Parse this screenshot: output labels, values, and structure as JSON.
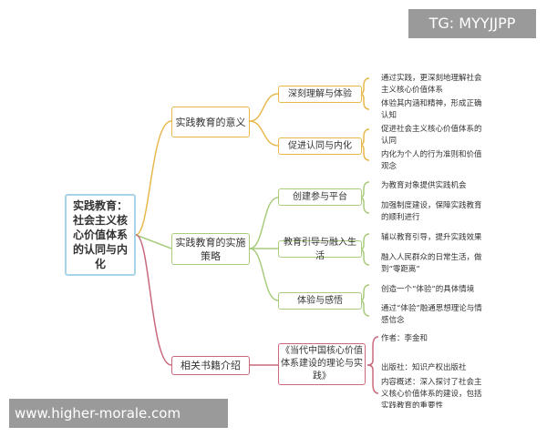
{
  "root": "实践教育：社会主义核心价值体系的认同与内化",
  "colors": {
    "root": "#a9d3e6",
    "meaning": "#e7b84c",
    "strategy": "#a9cc7d",
    "books": "#c9697b"
  },
  "branches": [
    {
      "label": "实践教育的意义",
      "children": [
        {
          "label": "深刻理解与体验",
          "leaves": [
            "通过实践，更深刻地理解社会主义核心价值体系",
            "体验其内涵和精神，形成正确认知"
          ]
        },
        {
          "label": "促进认同与内化",
          "leaves": [
            "促进社会主义核心价值体系的认同",
            "内化为个人的行为准则和价值观念"
          ]
        }
      ]
    },
    {
      "label": "实践教育的实施策略",
      "children": [
        {
          "label": "创建参与平台",
          "leaves": [
            "为教育对象提供实践机会",
            "加强制度建设，保障实践教育的顺利进行"
          ]
        },
        {
          "label": "教育引导与融入生活",
          "leaves": [
            "辅以教育引导，提升实践效果",
            "融入人民群众的日常生活，做到“零距离”"
          ]
        },
        {
          "label": "体验与感悟",
          "leaves": [
            "创造一个“体验”的具体情境",
            "通过“体验”融通思想理论与情感信念"
          ]
        }
      ]
    },
    {
      "label": "相关书籍介绍",
      "children": [
        {
          "label": "《当代中国核心价值体系建设的理论与实践》",
          "leaves": [
            "作者：李金和",
            "出版社：知识产权出版社",
            "内容概述：深入探讨了社会主义核心价值体系的建设，包括实践教育的重要性"
          ]
        }
      ]
    }
  ],
  "watermarks": {
    "top": "TG: MYYJJPP",
    "bottom": "www.higher-morale.com"
  }
}
